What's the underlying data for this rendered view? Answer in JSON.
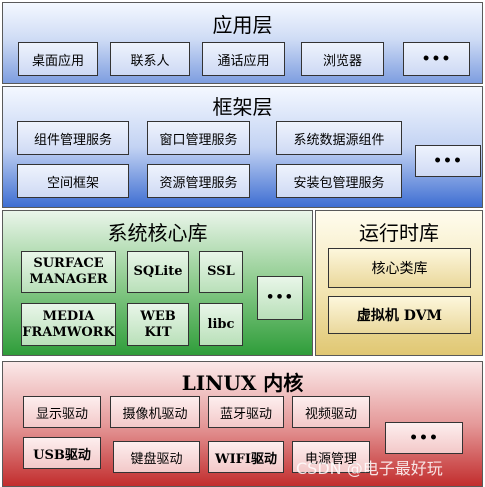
{
  "applications": {
    "title": "应用层",
    "items": [
      "桌面应用",
      "联系人",
      "通话应用",
      "浏览器",
      "•••"
    ]
  },
  "framework": {
    "title": "框架层",
    "items": [
      "组件管理服务",
      "窗口管理服务",
      "系统数据源组件",
      "•••",
      "空间框架",
      "资源管理服务",
      "安装包管理服务"
    ]
  },
  "libraries": {
    "title": "系统核心库",
    "items": [
      "SURFACE MANAGER",
      "SQLite",
      "SSL",
      "MEDIA FRAMWORK",
      "WEB KIT",
      "libc",
      "•••"
    ]
  },
  "runtime": {
    "title": "运行时库",
    "items": [
      "核心类库",
      "虚拟机 DVM"
    ]
  },
  "kernel": {
    "title": "LINUX 内核",
    "items": [
      "显示驱动",
      "摄像机驱动",
      "蓝牙驱动",
      "视频驱动",
      "USB驱动",
      "键盘驱动",
      "WIFI驱动",
      "电源管理",
      "•••"
    ]
  },
  "watermark": "CSDN @电子最好玩"
}
